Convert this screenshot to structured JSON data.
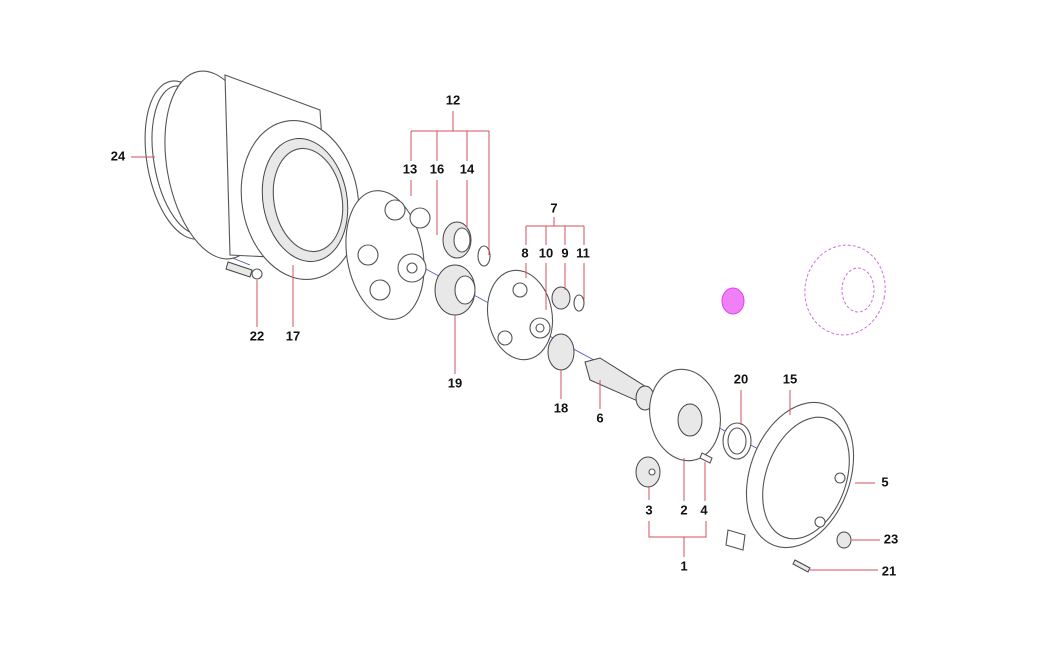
{
  "diagram": {
    "type": "exploded parts diagram",
    "colors": {
      "leader": "#d0505a",
      "highlight": "#e040f0",
      "part_outline": "#555555",
      "axis": "#4050c0"
    },
    "labels": {
      "p1": "1",
      "p2": "2",
      "p3": "3",
      "p4": "4",
      "p5": "5",
      "p6": "6",
      "p7": "7",
      "p8": "8",
      "p9": "9",
      "p10": "10",
      "p11": "11",
      "p12": "12",
      "p13": "13",
      "p14": "14",
      "p15": "15",
      "p16": "16",
      "p17": "17",
      "p18": "18",
      "p19": "19",
      "p20": "20",
      "p21": "21",
      "p22": "22",
      "p23": "23",
      "p24": "24"
    }
  }
}
